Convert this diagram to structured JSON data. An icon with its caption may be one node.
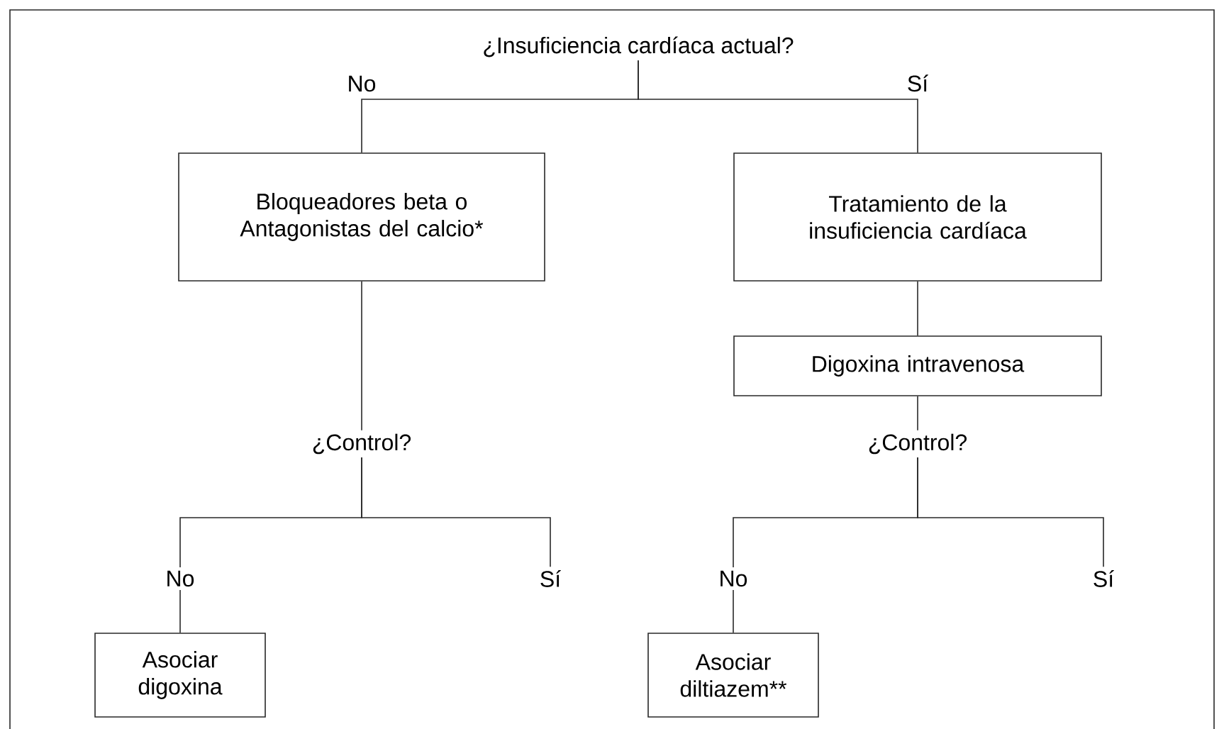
{
  "diagram": {
    "nodes": [
      {
        "text": [
          "¿Insuficiencia cardíaca actual?"
        ]
      },
      {
        "text": [
          "Bloqueadores beta o Antagonistas del calcio*"
        ]
      },
      {
        "text": [
          "Tratamiento de la insuficiencia cardíaca"
        ]
      },
      {
        "text": [
          "Digoxina intravenosa"
        ]
      },
      {
        "text": [
          "¿Control?"
        ]
      },
      {
        "text": [
          "¿Control?"
        ]
      },
      {
        "text": [
          "No"
        ]
      },
      {
        "text": [
          "Sí"
        ]
      },
      {
        "text": [
          "No"
        ]
      },
      {
        "text": [
          "Sí"
        ]
      },
      {
        "text": [
          "Asociar digoxina"
        ]
      },
      {
        "text": [
          "Asociar diltiazem**"
        ]
      }
    ],
    "edges": [
      {
        "from": 0,
        "to": 1,
        "arrow": "none",
        "label": "No"
      },
      {
        "from": 0,
        "to": 2,
        "arrow": "none",
        "label": "Sí"
      },
      {
        "from": 1,
        "to": 4,
        "arrow": "none"
      },
      {
        "from": 2,
        "to": 3,
        "arrow": "none"
      },
      {
        "from": 3,
        "to": 5,
        "arrow": "none"
      },
      {
        "from": 4,
        "to": 6,
        "arrow": "none"
      },
      {
        "from": 4,
        "to": 7,
        "arrow": "none"
      },
      {
        "from": 5,
        "to": 8,
        "arrow": "none"
      },
      {
        "from": 5,
        "to": 9,
        "arrow": "none"
      },
      {
        "from": 6,
        "to": 10,
        "arrow": "none"
      },
      {
        "from": 8,
        "to": 11,
        "arrow": "none"
      }
    ]
  }
}
